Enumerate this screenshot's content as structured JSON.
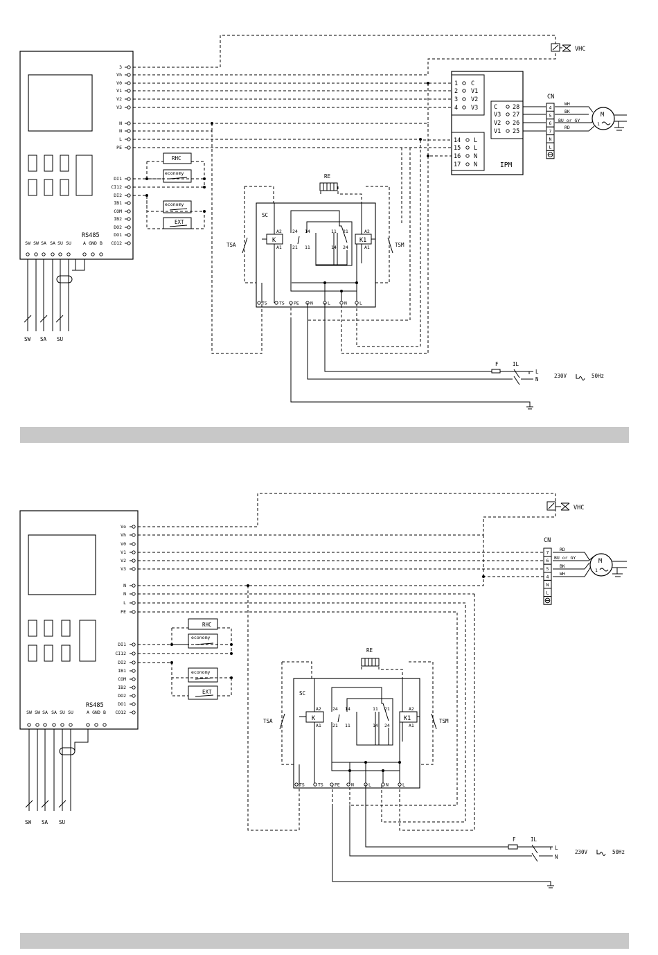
{
  "diagram1": {
    "controller_terminals": [
      "3",
      "Vh",
      "V0",
      "V1",
      "V2",
      "V3",
      "N",
      "N",
      "L",
      "PE",
      "DI1",
      "CI12",
      "DI2",
      "IB1",
      "COM",
      "IB2",
      "DO2",
      "DO1",
      "CO12"
    ],
    "sensor_terminals": [
      "SW",
      "SW",
      "SA",
      "SA",
      "SU",
      "SU"
    ],
    "rs485": {
      "title": "RS485",
      "pins": [
        "A",
        "GND",
        "B"
      ]
    },
    "sensors": [
      "SW",
      "SA",
      "SU"
    ],
    "contacts": [
      "RHC",
      "economy",
      "economy",
      "EXT"
    ],
    "ipm": {
      "label": "IPM",
      "left_rows": [
        [
          "1",
          "C"
        ],
        [
          "2",
          "V1"
        ],
        [
          "3",
          "V2"
        ],
        [
          "4",
          "V3"
        ]
      ],
      "right_rows": [
        [
          "C",
          "28"
        ],
        [
          "V3",
          "27"
        ],
        [
          "V2",
          "26"
        ],
        [
          "V1",
          "25"
        ]
      ],
      "lower_rows": [
        [
          "14",
          "L"
        ],
        [
          "15",
          "L"
        ],
        [
          "16",
          "N"
        ],
        [
          "17",
          "N"
        ]
      ]
    },
    "cn": {
      "label": "CN",
      "pins": [
        "4",
        "5",
        "6",
        "7",
        "N",
        "L"
      ]
    },
    "wires": [
      "WH",
      "BK",
      "BU or GY",
      "RD"
    ]
  },
  "diagram2": {
    "controller_terminals": [
      "Vo",
      "Vh",
      "V0",
      "V1",
      "V2",
      "V3",
      "N",
      "N",
      "L",
      "PE",
      "DI1",
      "CI12",
      "DI2",
      "IB1",
      "COM",
      "IB2",
      "DO2",
      "DO1",
      "CO12"
    ],
    "sensor_terminals": [
      "SW",
      "SW",
      "SA",
      "SA",
      "SU",
      "SU"
    ],
    "rs485": {
      "title": "RS485",
      "pins": [
        "A",
        "GND",
        "B"
      ]
    },
    "sensors": [
      "SW",
      "SA",
      "SU"
    ],
    "contacts": [
      "RHC",
      "economy",
      "economy",
      "EXT"
    ],
    "cn": {
      "label": "CN",
      "pins": [
        "7",
        "6",
        "5",
        "4",
        "N",
        "L"
      ]
    },
    "wires": [
      "RD",
      "BU or GY",
      "BK",
      "WH"
    ]
  },
  "common": {
    "valve": "VHC",
    "motor": "M",
    "motor_phase": "1",
    "relay_box": "SC",
    "relay_k": "K",
    "relay_k1": "K1",
    "coil_a2": "A2",
    "coil_a1": "A1",
    "contacts_k": [
      "24",
      "14",
      "21",
      "11"
    ],
    "contacts_k1": [
      "11",
      "21",
      "14",
      "24"
    ],
    "heater": "RE",
    "thermostat_a": "TSA",
    "thermostat_m": "TSM",
    "sc_terminals": [
      "TS",
      "TS",
      "PE",
      "N",
      "L",
      "N",
      "L"
    ],
    "fuse": "F",
    "switch": "IL",
    "line_l": "L",
    "line_n": "N",
    "supply": "230V",
    "supply_freq": "50Hz"
  }
}
